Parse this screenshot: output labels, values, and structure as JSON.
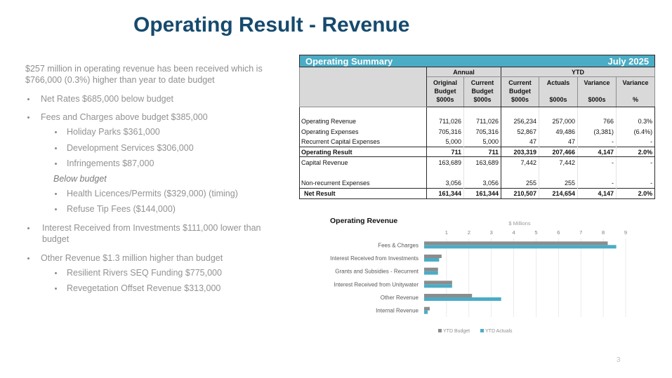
{
  "slide": {
    "title": "Operating Result - Revenue",
    "page_number": "3"
  },
  "commentary": {
    "intro": "$257 million in operating revenue has been received which is $766,000 (0.3%) higher than year to date budget",
    "items": [
      {
        "level": 1,
        "text": "Net Rates $685,000 below budget"
      },
      {
        "level": 1,
        "text": "Fees and Charges above budget $385,000"
      },
      {
        "level": 2,
        "text": "Holiday Parks $361,000"
      },
      {
        "level": 2,
        "text": "Development Services $306,000"
      },
      {
        "level": 2,
        "text": "Infringements $87,000"
      },
      {
        "level": "heading",
        "text": "Below budget"
      },
      {
        "level": 2,
        "text": "Health Licences/Permits ($329,000) (timing)"
      },
      {
        "level": 2,
        "text": "Refuse Tip Fees ($144,000)"
      },
      {
        "level": 1,
        "text": "Interest Received from Investments $111,000 lower than budget"
      },
      {
        "level": 1,
        "text": "Other Revenue $1.3 million higher than budget"
      },
      {
        "level": 2,
        "text": "Resilient Rivers SEQ Funding $775,000"
      },
      {
        "level": 2,
        "text": "Revegetation Offset Revenue $313,000"
      }
    ]
  },
  "summary_table": {
    "title": "Operating Summary",
    "period": "July 2025",
    "header_color": "#4aacc5",
    "groups": [
      "Annual",
      "YTD"
    ],
    "columns": [
      [
        "Original",
        "Budget",
        "$000s"
      ],
      [
        "Current",
        "Budget",
        "$000s"
      ],
      [
        "Current",
        "Budget",
        "$000s"
      ],
      [
        "Actuals",
        "",
        "$000s"
      ],
      [
        "Variance",
        "",
        "$000s"
      ],
      [
        "Variance",
        "",
        "%"
      ]
    ],
    "rows": [
      {
        "label": "Operating Revenue",
        "values": [
          "711,026",
          "711,026",
          "256,234",
          "257,000",
          "766",
          "0.3%"
        ]
      },
      {
        "label": "Operating Expenses",
        "values": [
          "705,316",
          "705,316",
          "52,867",
          "49,486",
          "(3,381)",
          "(6.4%)"
        ]
      },
      {
        "label": "Recurrent Capital Expenses",
        "values": [
          "5,000",
          "5,000",
          "47",
          "47",
          "-",
          "-"
        ]
      },
      {
        "label": "Operating Result",
        "values": [
          "711",
          "711",
          "203,319",
          "207,466",
          "4,147",
          "2.0%"
        ],
        "bold": true
      },
      {
        "label": "Capital Revenue",
        "values": [
          "163,689",
          "163,689",
          "7,442",
          "7,442",
          "-",
          "-"
        ]
      },
      {
        "label": "Non-recurrent Expenses",
        "values": [
          "3,056",
          "3,056",
          "255",
          "255",
          "-",
          "-"
        ]
      },
      {
        "label": "Net Result",
        "values": [
          "161,344",
          "161,344",
          "210,507",
          "214,654",
          "4,147",
          "2.0%"
        ],
        "bold": true
      }
    ]
  },
  "chart_data": {
    "type": "bar",
    "orientation": "horizontal",
    "title": "Operating Revenue",
    "xlabel": "$ Millions",
    "ylabel": "",
    "categories": [
      "Fees & Charges",
      "Interest Received from Investments",
      "Grants and Subsidies - Recurrent",
      "Interest Received from Unitywater",
      "Other Revenue",
      "Internal Revenue"
    ],
    "series": [
      {
        "name": "YTD Budget",
        "color": "#8c8c8c",
        "values": [
          8.2,
          0.78,
          0.62,
          1.25,
          2.14,
          0.25
        ]
      },
      {
        "name": "YTD Actuals",
        "color": "#4bacc6",
        "values": [
          8.58,
          0.67,
          0.62,
          1.25,
          3.44,
          0.16
        ]
      }
    ],
    "x_ticks": [
      1,
      2,
      3,
      4,
      5,
      6,
      7,
      8,
      9
    ],
    "xlim": [
      0,
      9
    ],
    "grid": true,
    "legend": "bottom"
  }
}
